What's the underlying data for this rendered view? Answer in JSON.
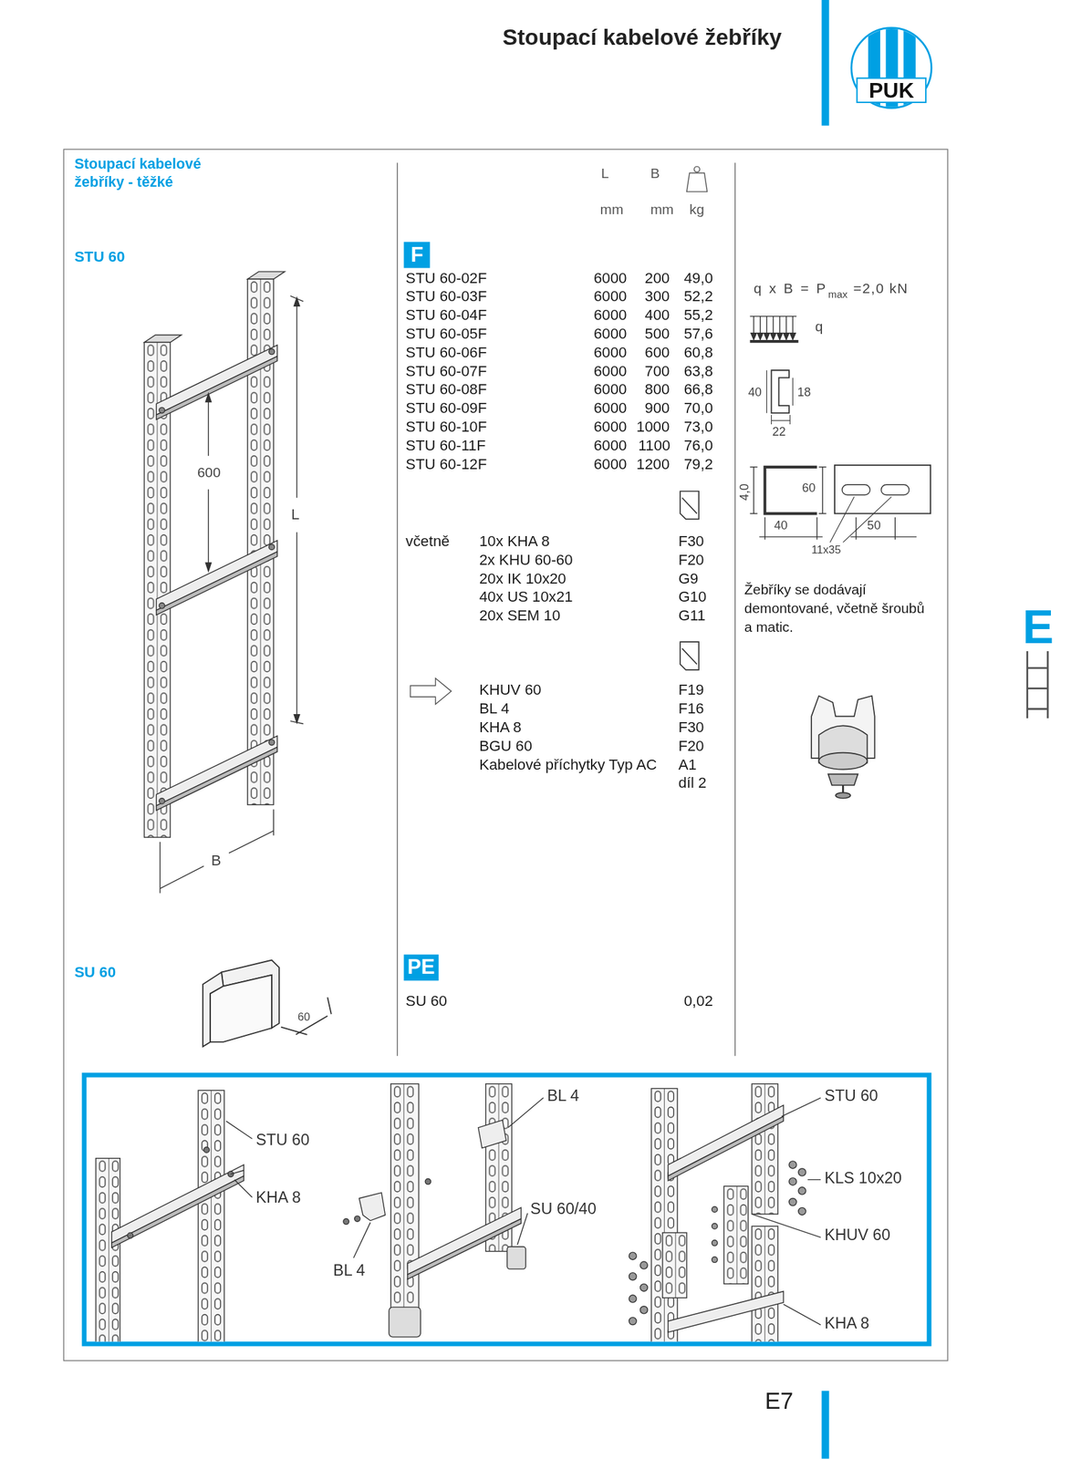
{
  "diagram": {
    "title": "Stoupací kabelové žebříky",
    "nodes": [
      {
        "text": [
          "PUK"
        ]
      },
      {
        "text": [
          "F"
        ]
      },
      {
        "text": [
          "PE"
        ]
      }
    ],
    "labels": [
      "Stoupací kabelové žebříky - těžké",
      "STU 60",
      "SU 60",
      "L",
      "B",
      "mm",
      "mm",
      "kg",
      "STU 60-02F",
      "6000",
      "200",
      "49,0",
      "STU 60-03F",
      "6000",
      "300",
      "52,2",
      "STU 60-04F",
      "6000",
      "400",
      "55,2",
      "STU 60-05F",
      "6000",
      "500",
      "57,6",
      "STU 60-06F",
      "6000",
      "600",
      "60,8",
      "STU 60-07F",
      "6000",
      "700",
      "63,8",
      "STU 60-08F",
      "6000",
      "800",
      "66,8",
      "STU 60-09F",
      "6000",
      "900",
      "70,0",
      "STU 60-10F",
      "6000",
      "1000",
      "73,0",
      "STU 60-11F",
      "6000",
      "1100",
      "76,0",
      "STU 60-12F",
      "6000",
      "1200",
      "79,2",
      "včetně",
      "10x KHA 8",
      "F30",
      "2x KHU 60-60",
      "F20",
      "20x IK 10x20",
      "G9",
      "40x US 10x21",
      "G10",
      "20x SEM 10",
      "G11",
      "KHUV 60",
      "F19",
      "BL 4",
      "F16",
      "KHA 8",
      "F30",
      "BGU 60",
      "F20",
      "Kabelové příchytky Typ AC",
      "A1",
      "díl 2",
      "SU 60",
      "0,02",
      "q x B = P",
      "max",
      "=2,0 kN",
      "q",
      "40",
      "18",
      "22",
      "4,0",
      "60",
      "40",
      "50",
      "11x35",
      "Žebříky se dodávají demontované, včetně šroubů a matic.",
      "600",
      "L",
      "B",
      "60",
      "STU 60",
      "KHA 8",
      "BL 4",
      "SU 60/40",
      "BL 4",
      "STU 60",
      "KLS 10x20",
      "KHUV 60",
      "KHA 8",
      "E",
      "E7"
    ]
  }
}
